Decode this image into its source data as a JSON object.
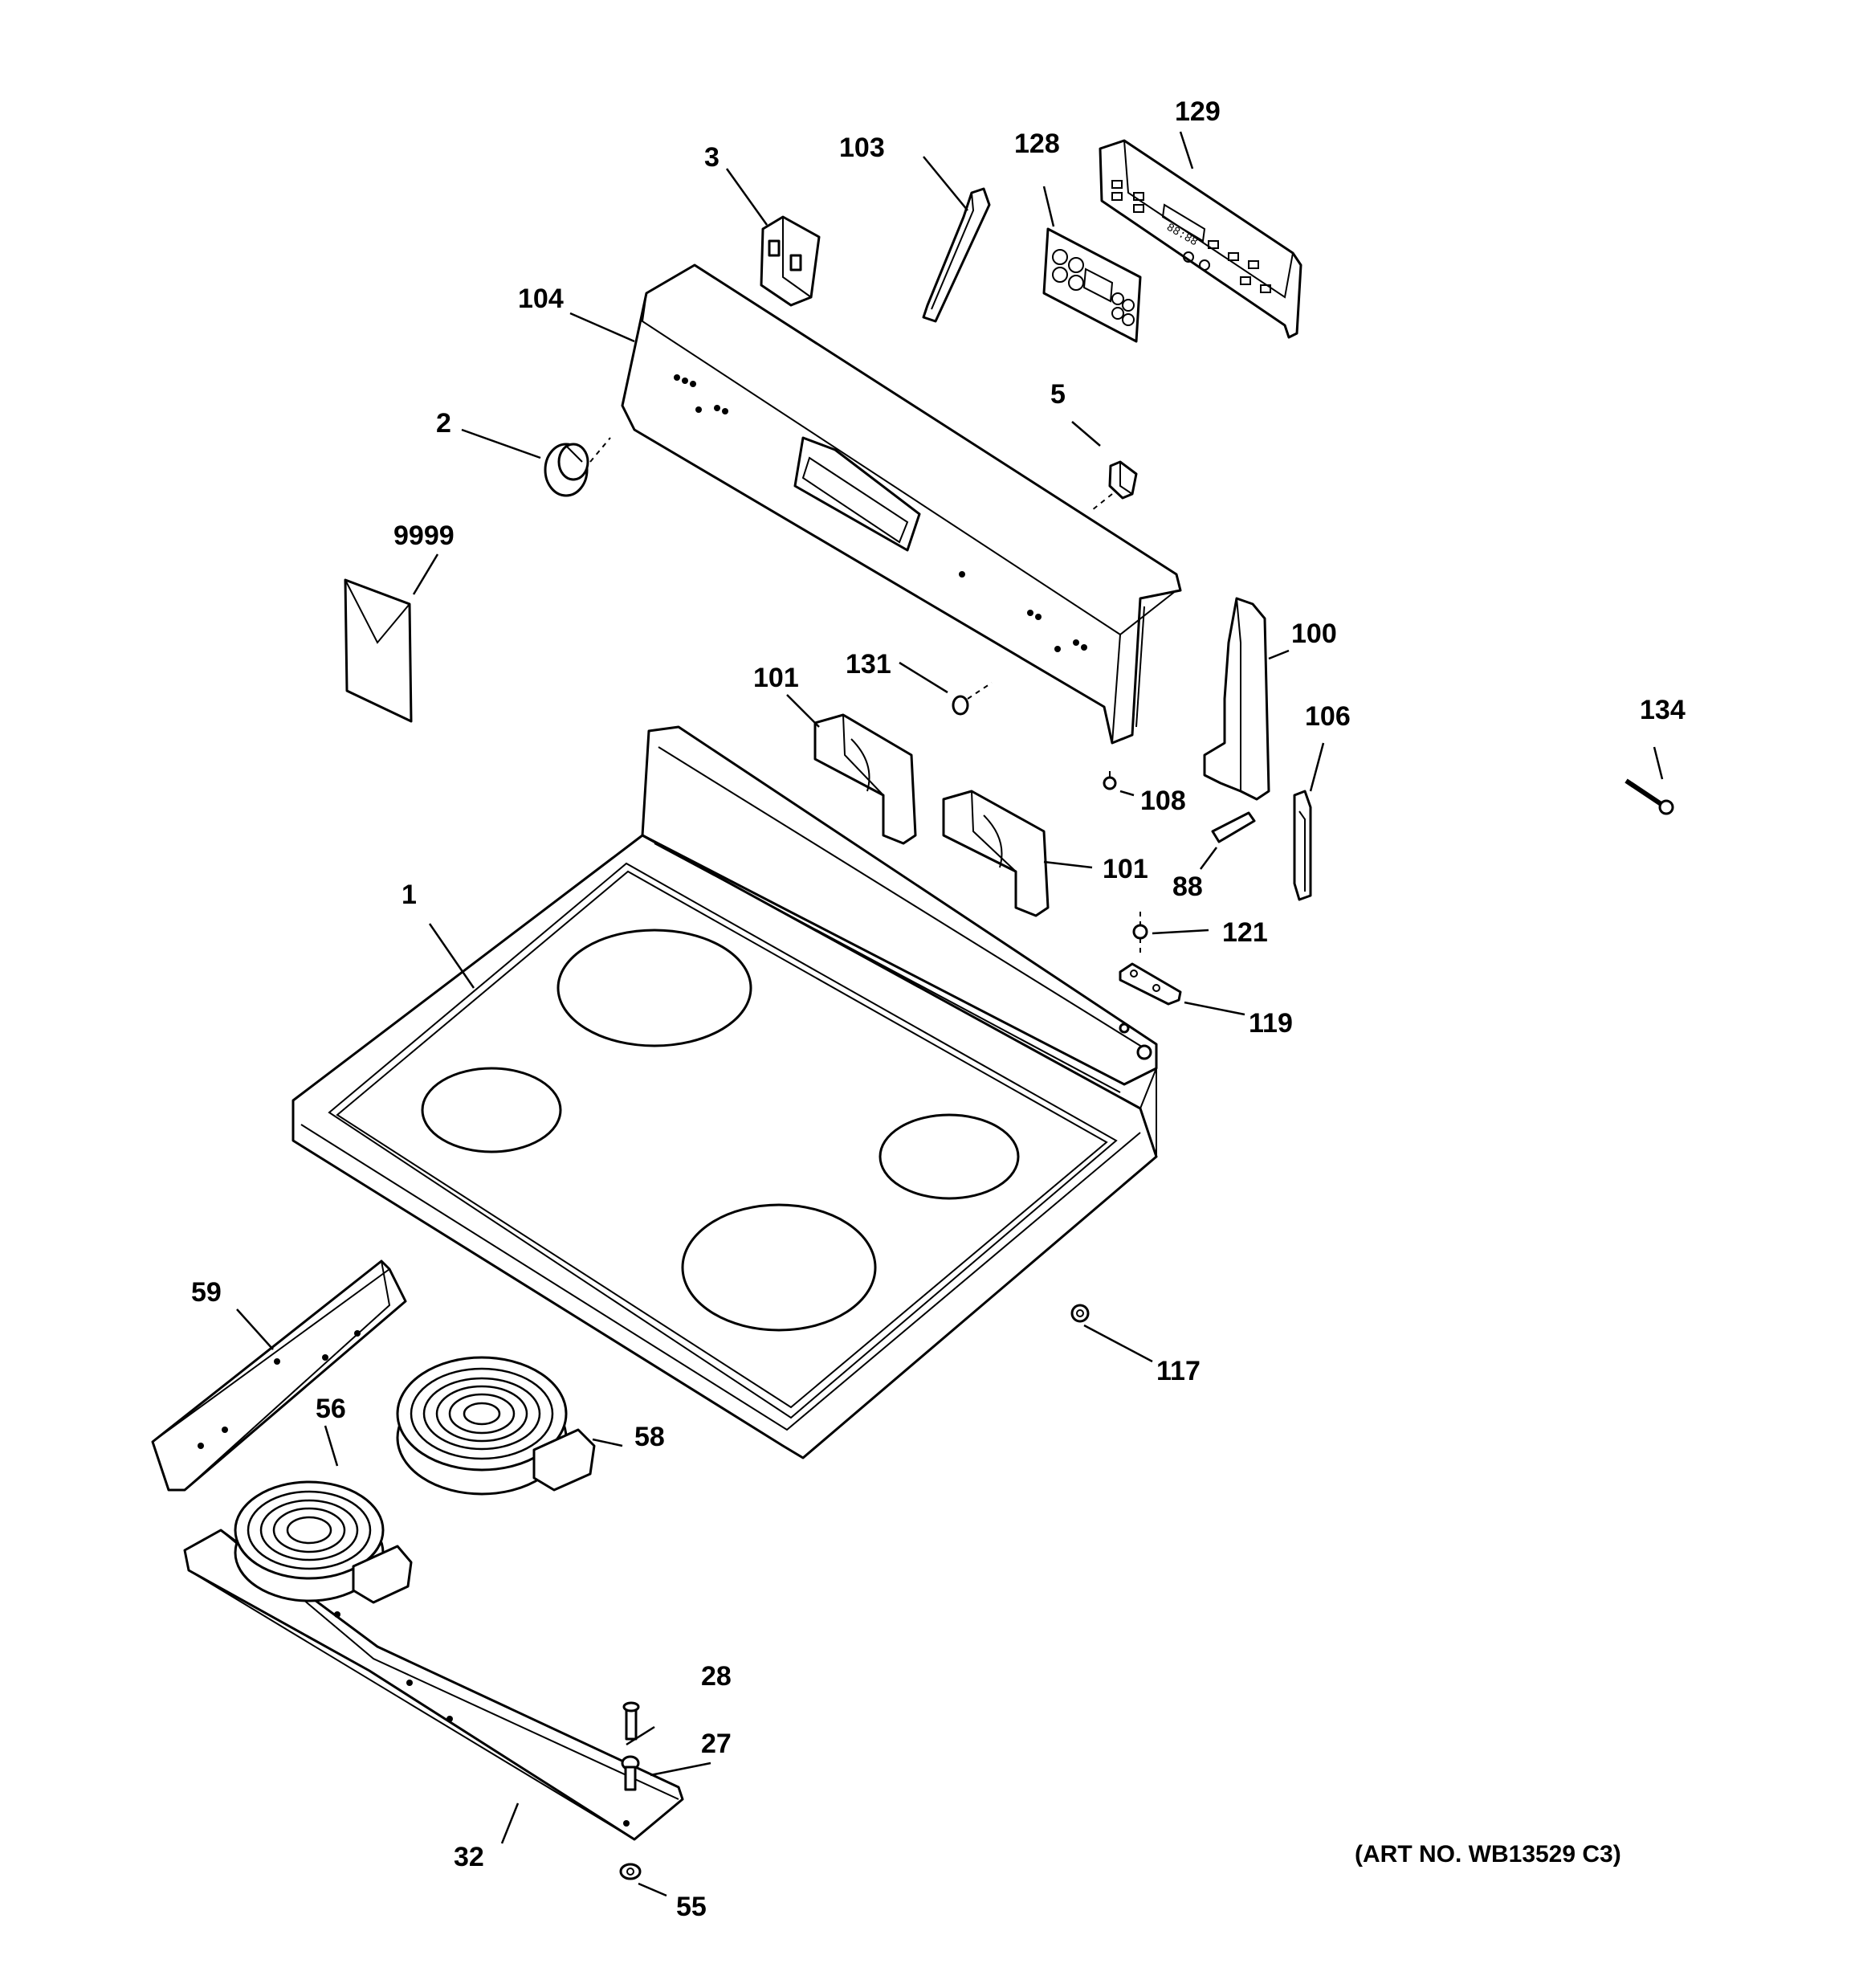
{
  "diagram": {
    "art_number": "(ART NO. WB13529 C3)",
    "callouts": {
      "p1": "1",
      "p2": "2",
      "p3": "3",
      "p5": "5",
      "p27": "27",
      "p28": "28",
      "p32": "32",
      "p55": "55",
      "p56": "56",
      "p58": "58",
      "p59": "59",
      "p88": "88",
      "p100": "100",
      "p101a": "101",
      "p101b": "101",
      "p103": "103",
      "p104": "104",
      "p106": "106",
      "p108": "108",
      "p117": "117",
      "p119": "119",
      "p121": "121",
      "p128": "128",
      "p129": "129",
      "p131": "131",
      "p134": "134",
      "p9999": "9999"
    },
    "control_panel_display": "88:88"
  }
}
